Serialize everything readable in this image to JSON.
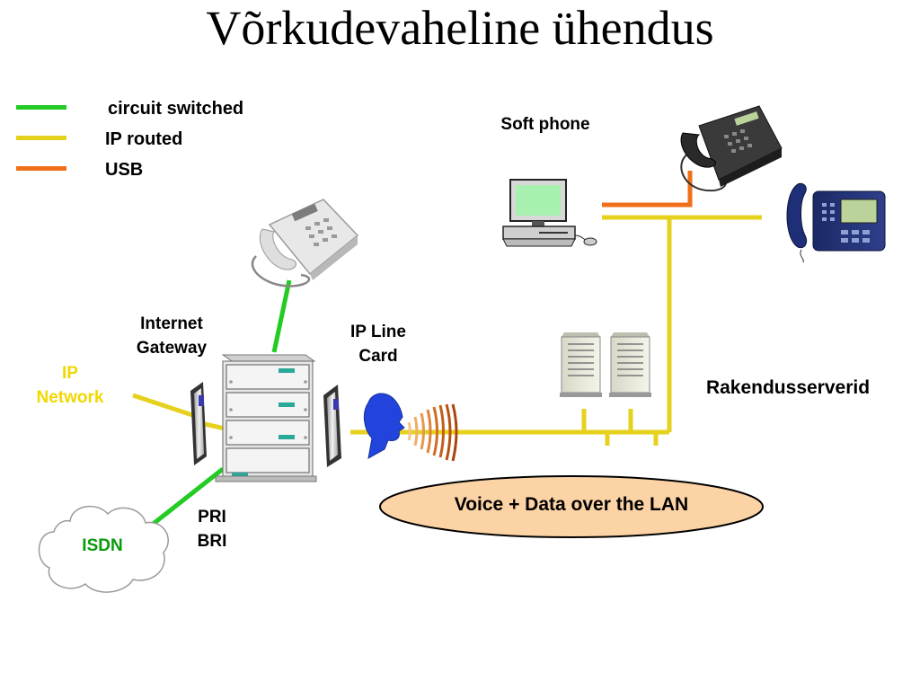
{
  "title": "Võrkudevaheline ühendus",
  "legend": [
    {
      "label": "circuit switched",
      "color": "#22cc22"
    },
    {
      "label": "IP routed",
      "color": "#e6d21e"
    },
    {
      "label": "USB",
      "color": "#f07018"
    }
  ],
  "labels": {
    "soft_phone": "Soft phone",
    "internet_gateway_1": "Internet",
    "internet_gateway_2": "Gateway",
    "ip_line_card_1": "IP Line",
    "ip_line_card_2": "Card",
    "ip_network_1": "IP",
    "ip_network_2": "Network",
    "rakendusserverid": "Rakendusserverid",
    "pri": "PRI",
    "bri": "BRI",
    "isdn": "ISDN",
    "lan_banner": "Voice + Data over the LAN"
  },
  "colors": {
    "circuit": "#22cc22",
    "ip": "#e6d21e",
    "usb": "#f07018",
    "ip_network_text": "#f0d800",
    "isdn_text": "#0a9a0a",
    "banner_fill": "#fcd3a5",
    "speaker": "#2244dd"
  }
}
